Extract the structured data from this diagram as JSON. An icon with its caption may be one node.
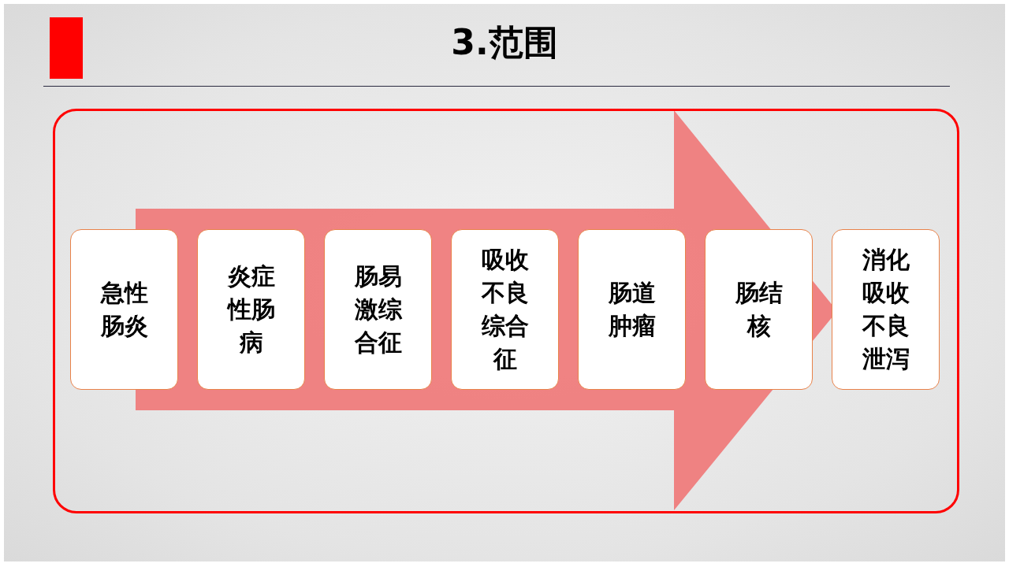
{
  "diagram": {
    "title": "3.范围",
    "nodes": [
      {
        "text": [
          "急性肠炎"
        ]
      },
      {
        "text": [
          "炎症性肠病"
        ]
      },
      {
        "text": [
          "肠易激综合征"
        ]
      },
      {
        "text": [
          "吸收不良综合征"
        ]
      },
      {
        "text": [
          "肠道肿瘤"
        ]
      },
      {
        "text": [
          "肠结核"
        ]
      },
      {
        "text": [
          "消化吸收不良泄泻"
        ]
      }
    ],
    "edges": [
      {
        "from": 0,
        "to": 6,
        "arrow": "to",
        "style": "thick"
      }
    ]
  }
}
